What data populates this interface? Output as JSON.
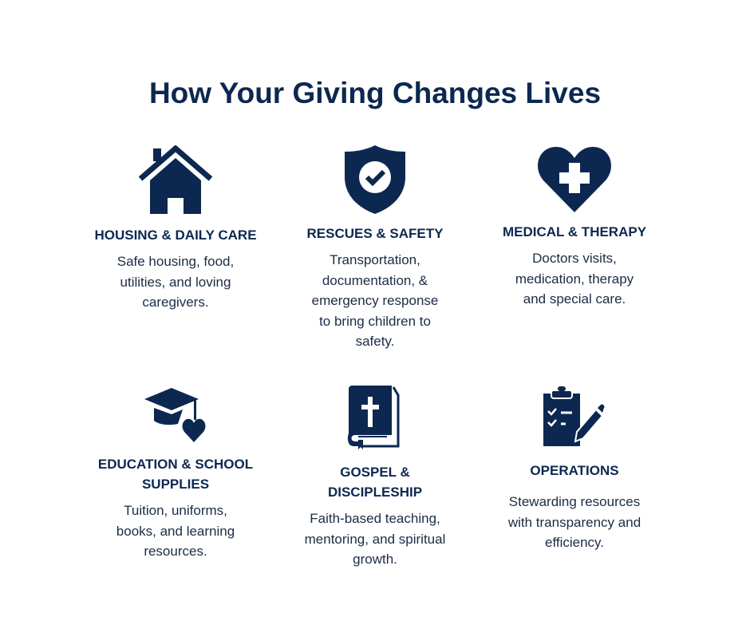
{
  "title": "How Your Giving Changes Lives",
  "accent": "#0c2850",
  "items": [
    {
      "icon": "house-icon",
      "heading": "HOUSING & DAILY CARE",
      "desc": "Safe housing, food, utilities, and loving caregivers."
    },
    {
      "icon": "shield-check-icon",
      "heading": "RESCUES & SAFETY",
      "desc": "Transportation, documentation, & emergency response to bring children to safety."
    },
    {
      "icon": "medical-heart-icon",
      "heading": "MEDICAL & THERAPY",
      "desc": "Doctors visits, medication, therapy and special care."
    },
    {
      "icon": "graduation-cap-heart-icon",
      "heading": "EDUCATION & SCHOOL SUPPLIES",
      "desc": "Tuition, uniforms, books, and learning resources."
    },
    {
      "icon": "bible-icon",
      "heading": "GOSPEL & DISCIPLESHIP",
      "desc": "Faith-based teaching, mentoring, and spiritual growth."
    },
    {
      "icon": "clipboard-checklist-icon",
      "heading": "OPERATIONS",
      "desc": "Stewarding resources with transparency and efficiency."
    }
  ]
}
